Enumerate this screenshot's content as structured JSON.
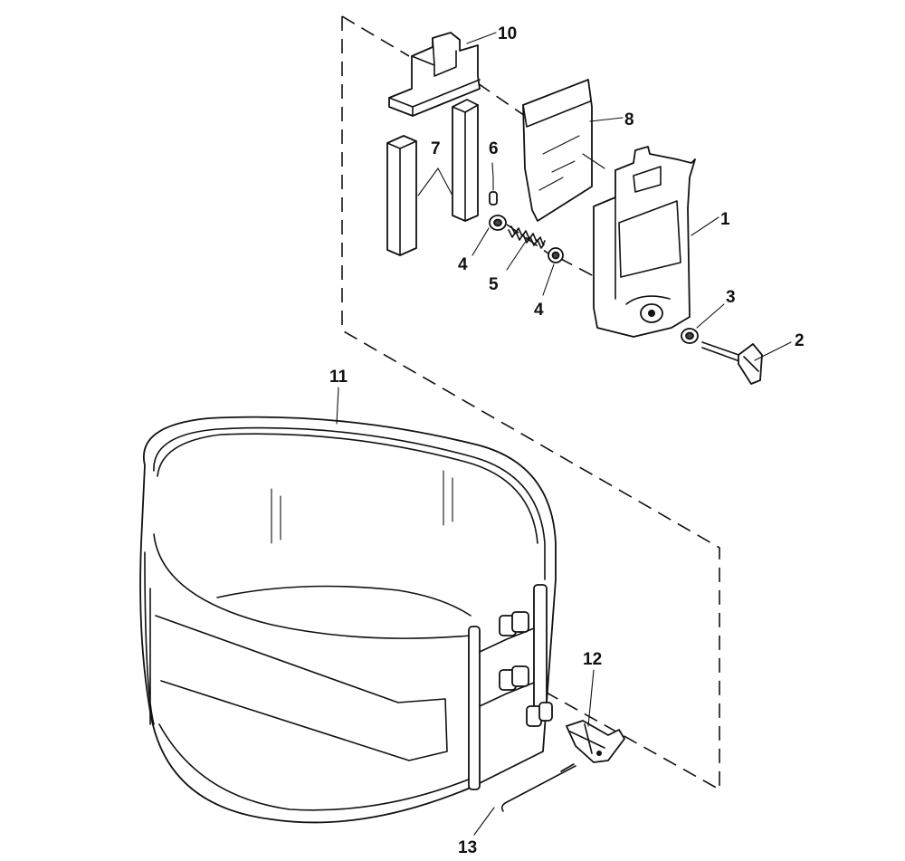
{
  "callouts": [
    {
      "id": "1",
      "text": "1"
    },
    {
      "id": "2",
      "text": "2"
    },
    {
      "id": "3",
      "text": "3"
    },
    {
      "id": "4a",
      "text": "4"
    },
    {
      "id": "4b",
      "text": "4"
    },
    {
      "id": "5",
      "text": "5"
    },
    {
      "id": "6",
      "text": "6"
    },
    {
      "id": "7",
      "text": "7"
    },
    {
      "id": "8",
      "text": "8"
    },
    {
      "id": "10",
      "text": "10"
    },
    {
      "id": "11",
      "text": "11"
    },
    {
      "id": "12",
      "text": "12"
    },
    {
      "id": "13",
      "text": "13"
    }
  ],
  "colors": {
    "ink": "#111111",
    "paper": "#ffffff",
    "shade": "#d8d8d8",
    "dark": "#444444"
  }
}
